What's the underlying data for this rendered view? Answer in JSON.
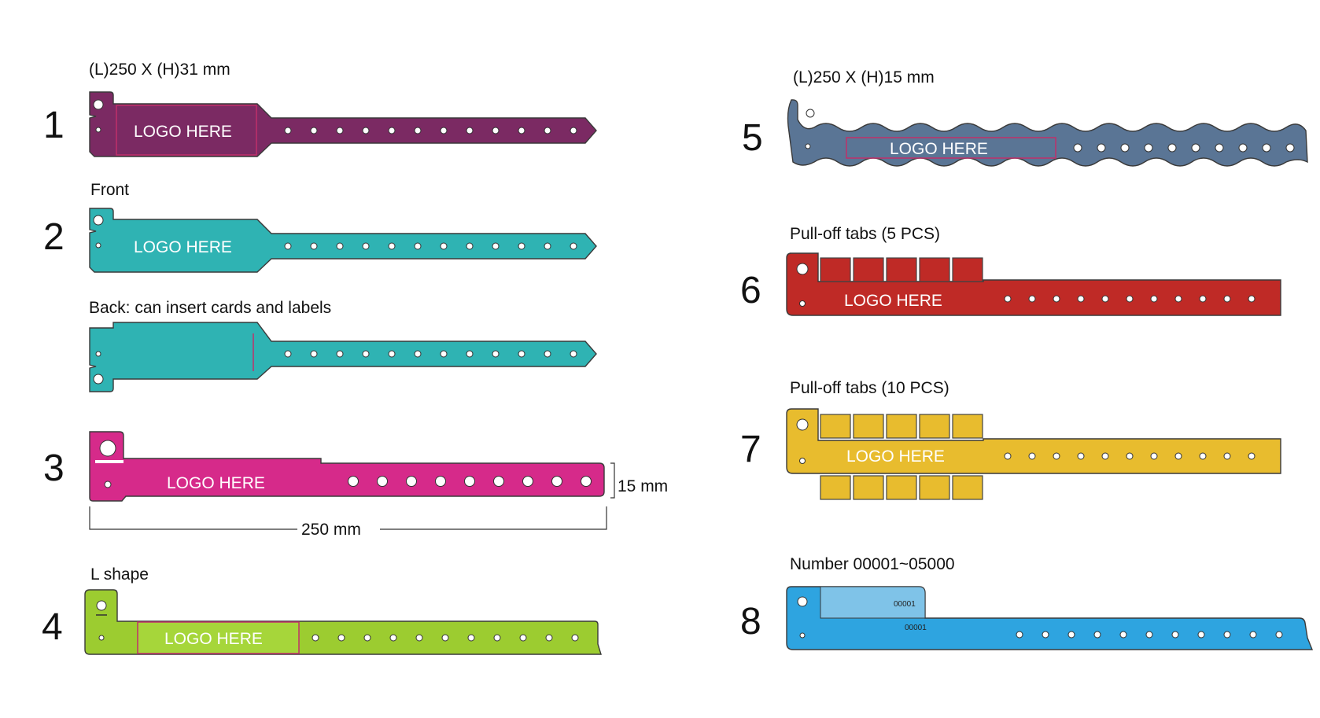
{
  "left_column": {
    "size_label": "(L)250 X (H)31 mm",
    "items": [
      {
        "number": "1",
        "logo": "LOGO HERE"
      },
      {
        "number": "2",
        "caption": "Front",
        "logo": "LOGO HERE"
      },
      {
        "caption_back": "Back: can insert cards and labels"
      },
      {
        "number": "3",
        "logo": "LOGO HERE",
        "height_dim": "15 mm",
        "length_dim": "250 mm"
      },
      {
        "number": "4",
        "caption": "L shape",
        "logo": "LOGO HERE"
      }
    ]
  },
  "right_column": {
    "size_label": "(L)250 X (H)15 mm",
    "items": [
      {
        "number": "5",
        "logo": "LOGO HERE"
      },
      {
        "number": "6",
        "caption": "Pull-off tabs (5 PCS)",
        "logo": "LOGO HERE"
      },
      {
        "number": "7",
        "caption": "Pull-off tabs (10 PCS)",
        "logo": "LOGO HERE"
      },
      {
        "number": "8",
        "caption": "Number 00001~05000",
        "serial_top": "00001",
        "serial_bottom": "00001"
      }
    ]
  },
  "colors": {
    "band1": "#7b2a63",
    "band2": "#2fb3b3",
    "band3": "#d62a8a",
    "band4": "#9ccc30",
    "band5": "#5a7595",
    "band6": "#bf2a26",
    "band7": "#e8bc2e",
    "band8": "#2ea4e0",
    "band8_tab": "#7fc3e8",
    "logo_box_outline": "#c0306a"
  }
}
